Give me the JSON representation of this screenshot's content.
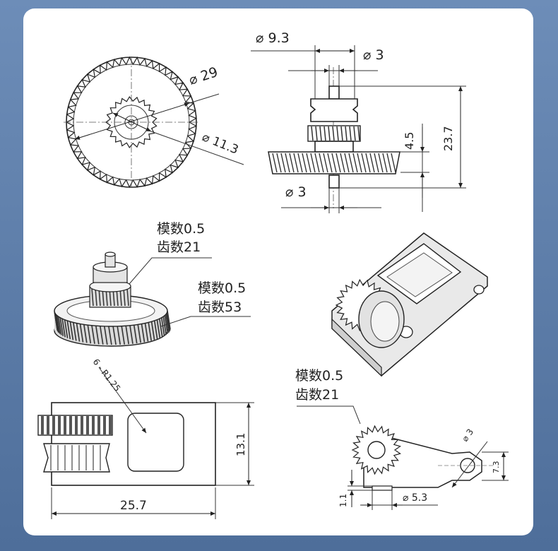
{
  "top_view": {
    "outer_dia": "29",
    "inner_dia": "11.3"
  },
  "side_view": {
    "top_dia": "9.3",
    "shaft_dia_top": "3",
    "shaft_dia_bottom": "3",
    "pinion_height": "4.5",
    "total_height": "23.7"
  },
  "gear_3d": {
    "pinion_module": "模数0.5",
    "pinion_teeth": "齿数21",
    "gear_module": "模数0.5",
    "gear_teeth": "齿数53"
  },
  "bracket_front": {
    "width": "25.7",
    "height": "13.1",
    "radius_note": "6 - R1.25"
  },
  "bracket_side": {
    "module": "模数0.5",
    "teeth": "齿数21",
    "hole_dia": "3",
    "height": "7.3",
    "base_height": "1.1",
    "base_dia": "5.3"
  },
  "diameter_symbol": "⌀"
}
